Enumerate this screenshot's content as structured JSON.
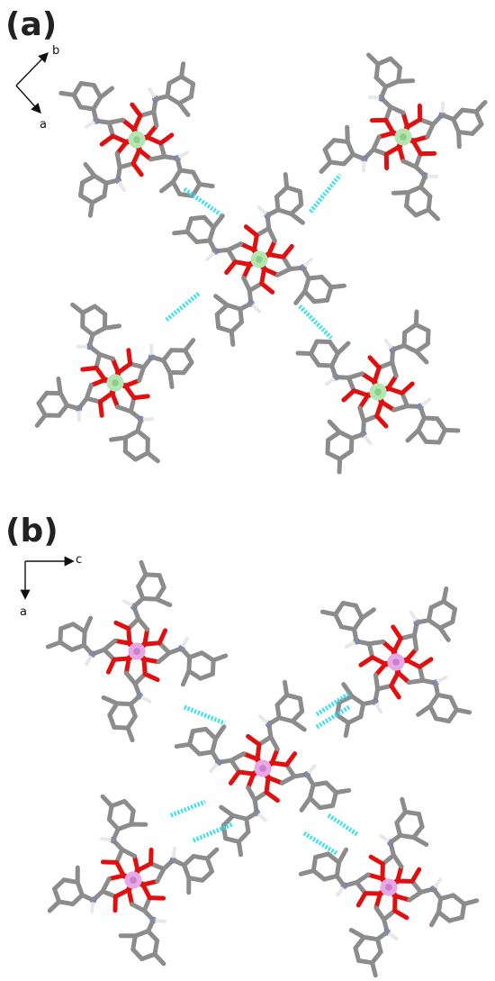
{
  "panels": [
    {
      "label": "(a)",
      "axes": [
        "b",
        "a"
      ],
      "metal_color": "#b4e6b4",
      "metal_center_color": "#8ccf8c"
    },
    {
      "label": "(b)",
      "axes": [
        "c",
        "a"
      ],
      "metal_color": "#e6a9e6",
      "metal_center_color": "#cc80cc"
    }
  ],
  "colors": {
    "carbon": "#8c8c8c",
    "oxygen": "#e01010",
    "nitrogen": "#6b7fd6",
    "hydrogen": "#e8e8e8",
    "hydrogen_bond": "#2ee0ee"
  }
}
